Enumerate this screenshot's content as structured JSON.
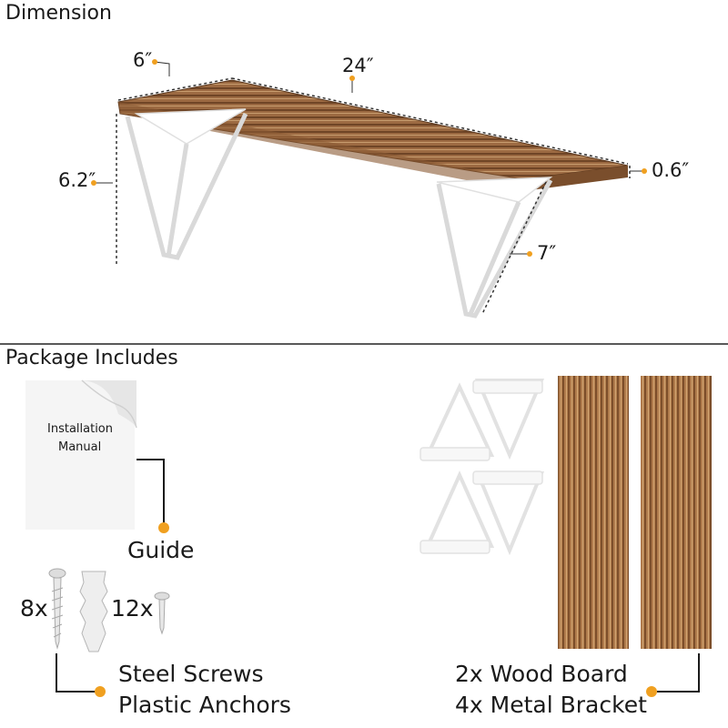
{
  "sections": {
    "dimension_title": "Dimension",
    "package_title": "Package Includes"
  },
  "dimensions": {
    "width": "6″",
    "length": "24″",
    "height": "6.2″",
    "thickness": "0.6″",
    "bracket": "7″"
  },
  "package": {
    "manual_text_line1": "Installation",
    "manual_text_line2": "Manual",
    "guide_label": "Guide",
    "screw_count": "8x",
    "anchor_count": "12x",
    "hardware_line1": "Steel Screws",
    "hardware_line2": "Plastic Anchors",
    "shelf_line1": "2x Wood Board",
    "shelf_line2": "4x Metal Bracket"
  },
  "colors": {
    "accent": "#f0a020",
    "wood_dark": "#7a4e2c",
    "wood_light": "#b98a5d",
    "bracket": "#ffffff"
  }
}
